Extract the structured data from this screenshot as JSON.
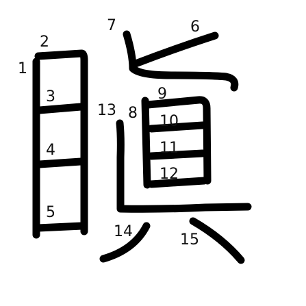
{
  "diagram": {
    "description_colors": {
      "stroke": "#000000",
      "label": "#111111",
      "background": "#ffffff"
    },
    "stroke_labels": [
      "1",
      "2",
      "3",
      "4",
      "5",
      "6",
      "7",
      "8",
      "9",
      "10",
      "11",
      "12",
      "13",
      "14",
      "15"
    ]
  }
}
